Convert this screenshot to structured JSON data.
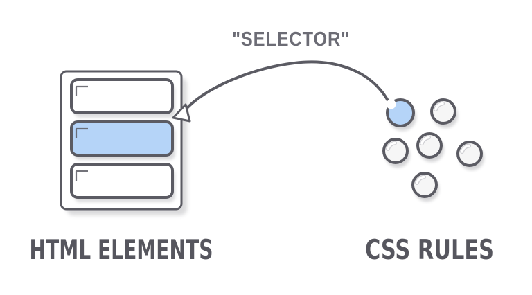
{
  "title": {
    "text": "\"SELECTOR\""
  },
  "html_elements": {
    "label": "HTML ELEMENTS",
    "rows": [
      {
        "id": "element-1",
        "selected": false
      },
      {
        "id": "element-2",
        "selected": true
      },
      {
        "id": "element-3",
        "selected": false
      }
    ]
  },
  "css_rules": {
    "label": "CSS RULES",
    "circles": [
      {
        "id": "rule-1",
        "selected": true
      },
      {
        "id": "rule-2",
        "selected": false
      },
      {
        "id": "rule-3",
        "selected": false
      },
      {
        "id": "rule-4",
        "selected": false
      },
      {
        "id": "rule-5",
        "selected": false
      },
      {
        "id": "rule-6",
        "selected": false
      }
    ]
  },
  "connector": {
    "meaning": "selector links a CSS rule to an HTML element"
  },
  "colors": {
    "ink": "#5b5b63",
    "selection_blue": "#b5d4f8",
    "circle_fill": "#f6f6f6",
    "title_gray": "#6c6c75",
    "label_gray": "#56565e",
    "shadow_gray": "#5b5b63",
    "background": "#ffffff"
  }
}
